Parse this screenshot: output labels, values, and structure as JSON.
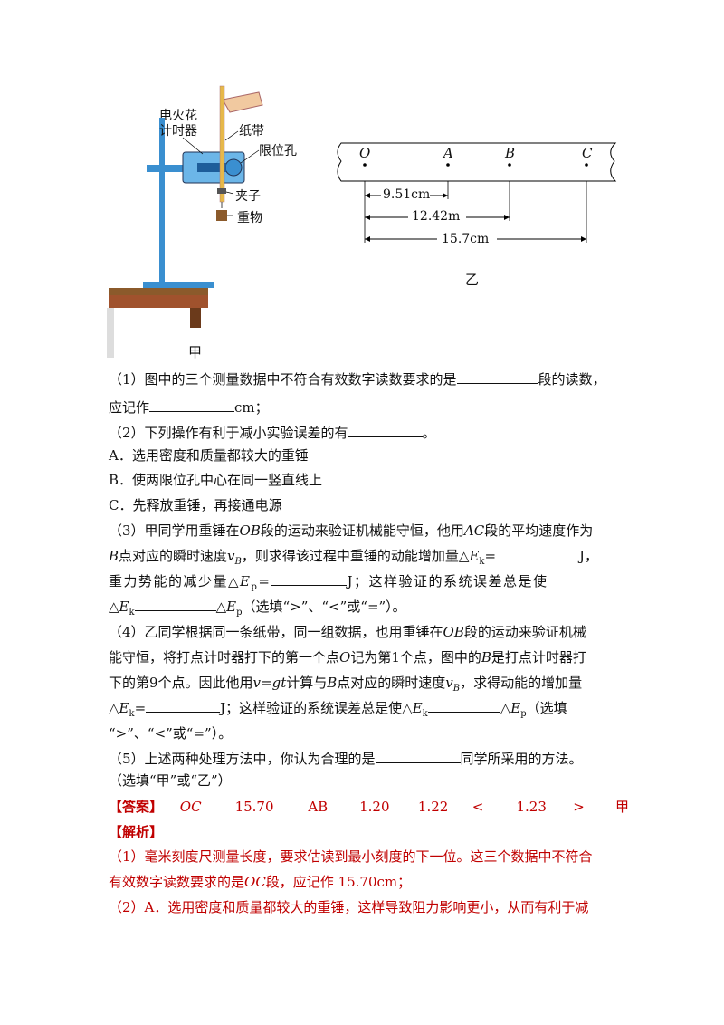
{
  "figure_left": {
    "labels": {
      "timer_line1": "电火花",
      "timer_line2": "计时器",
      "tape": "纸带",
      "limit_hole": "限位孔",
      "clip": "夹子",
      "weight": "重物"
    },
    "caption": "甲"
  },
  "figure_right": {
    "points": [
      "O",
      "A",
      "B",
      "C"
    ],
    "measures": [
      "9.51cm",
      "12.42m",
      "15.7cm"
    ],
    "caption": "乙"
  },
  "q1": {
    "text_a": "（1）图中的三个测量数据中不符合有效数字读数要求的是",
    "text_b": "段的读数，",
    "text_c": "应记作",
    "text_d": "cm；"
  },
  "q2": {
    "text_a": "（2）下列操作有利于减小实验误差的有",
    "text_b": "。",
    "option_a": "A．选用密度和质量都较大的重锤",
    "option_b": "B．使两限位孔中心在同一竖直线上",
    "option_c": "C．先释放重锤，再接通电源"
  },
  "q3": {
    "l1_a": "（3）甲同学用重锤在",
    "l1_ob": "OB",
    "l1_b": "段的运动来验证机械能守恒，他用",
    "l1_ac": "AC",
    "l1_c": "段的平均速度作为",
    "l2_b": "B",
    "l2_a": "点对应的瞬时速度",
    "l2_v": "v",
    "l2_vsub": "B",
    "l2_c": "，则求得该过程中重锤的动能增加量△",
    "l2_e": "E",
    "l2_esub": "k",
    "l2_d": "=",
    "l2_j": "J，",
    "l3_a": "重力势能的减少量△",
    "l3_e": "E",
    "l3_esub": "p",
    "l3_b": "=",
    "l3_c": "J；这样验证的系统误差总是使",
    "l4_a": "△",
    "l4_e": "E",
    "l4_esub": "k",
    "l4_b": "△",
    "l4_e2": "E",
    "l4_e2sub": "p",
    "l4_c": "（选填“>”、“<”或“=”）。"
  },
  "q4": {
    "l1_a": "（4）乙同学根据同一条纸带，同一组数据，也用重锤在",
    "l1_ob": "OB",
    "l1_b": "段的运动来验证机械",
    "l2_a": "能守恒，将打点计时器打下的第一个点",
    "l2_o": "O",
    "l2_b": "记为第1个点，图中的",
    "l2_bb": "B",
    "l2_c": "是打点计时器打",
    "l3_a": "下的第9个点。因此他用",
    "l3_f": "v=gt",
    "l3_b": "计算与",
    "l3_bb": "B",
    "l3_c": "点对应的瞬时速度",
    "l3_v": "v",
    "l3_vsub": "B",
    "l3_d": "，求得动能的增加量",
    "l4_a": "△",
    "l4_e": "E",
    "l4_esub": "k",
    "l4_b": "=",
    "l4_c": "J；这样验证的系统误差总是使△",
    "l4_e2": "E",
    "l4_e2sub": "k",
    "l4_d": "△",
    "l4_e3": "E",
    "l4_e3sub": "p",
    "l4_e_tail": "（选填",
    "l5": "“>”、“<”或“=”）。"
  },
  "q5": {
    "text_a": "（5）上述两种处理方法中，你认为合理的是",
    "text_b": "同学所采用的方法。",
    "text_c": "（选填“甲”或“乙”）"
  },
  "answer": {
    "label": "【答案】",
    "values": [
      "OC",
      "15.70",
      "AB",
      "1.20",
      "1.22",
      "<",
      "1.23",
      ">",
      "甲"
    ]
  },
  "analysis": {
    "label": "【解析】",
    "p1_a": "（1）毫米刻度尺测量长度，要求估读到最小刻度的下一位。这三个数据中不符合",
    "p1_b": "有效数字读数要求的是",
    "p1_oc": "OC",
    "p1_c": "段，应记作 15.70cm；",
    "p2": "（2）A．选用密度和质量都较大的重锤，这样导致阻力影响更小，从而有利于减"
  }
}
